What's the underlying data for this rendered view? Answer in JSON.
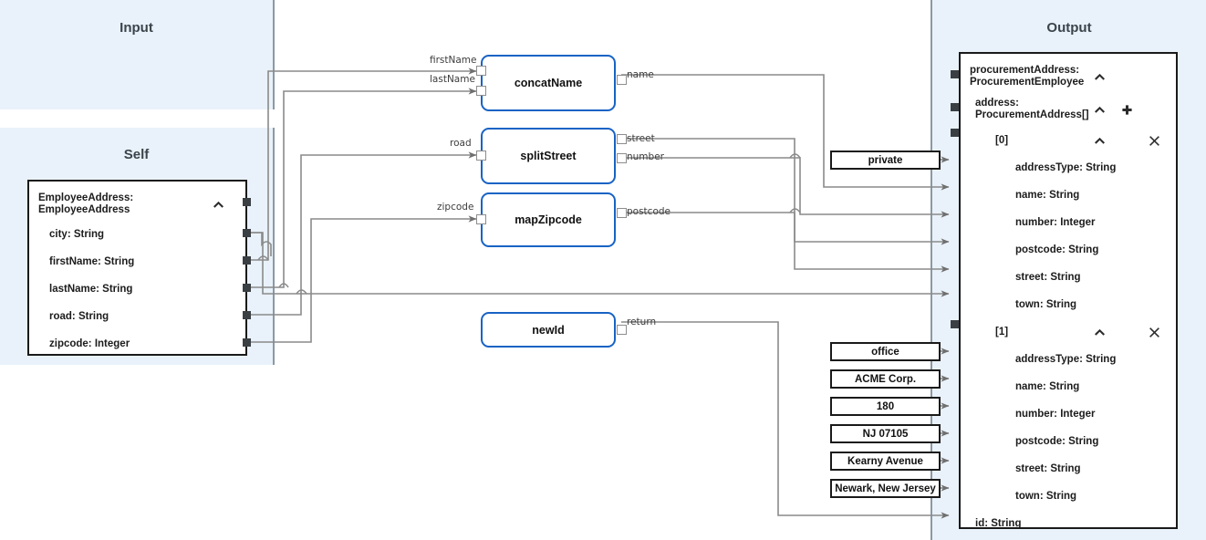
{
  "panels": {
    "input": {
      "title": "Input"
    },
    "self": {
      "title": "Self"
    },
    "output": {
      "title": "Output"
    }
  },
  "self_node": {
    "header": "EmployeeAddress:\nEmployeeAddress",
    "collapse_icon": "chevron-up-icon",
    "fields": [
      {
        "label": "city: String"
      },
      {
        "label": "firstName: String"
      },
      {
        "label": "lastName: String"
      },
      {
        "label": "road: String"
      },
      {
        "label": "zipcode: Integer"
      }
    ]
  },
  "output_node": {
    "rows": [
      {
        "label": "procurementAddress:\nProcurementEmployee",
        "indent": 0,
        "icons": [
          "chevron-up-icon"
        ]
      },
      {
        "label": "address:\nProcurementAddress[]",
        "indent": 1,
        "icons": [
          "chevron-up-icon",
          "plus-icon"
        ]
      },
      {
        "label": "[0]",
        "indent": 2,
        "icons": [
          "chevron-up-icon",
          "close-icon"
        ]
      },
      {
        "label": "addressType: String",
        "indent": 3,
        "icons": []
      },
      {
        "label": "name: String",
        "indent": 3,
        "icons": []
      },
      {
        "label": "number: Integer",
        "indent": 3,
        "icons": []
      },
      {
        "label": "postcode: String",
        "indent": 3,
        "icons": []
      },
      {
        "label": "street: String",
        "indent": 3,
        "icons": []
      },
      {
        "label": "town: String",
        "indent": 3,
        "icons": []
      },
      {
        "label": "[1]",
        "indent": 2,
        "icons": [
          "chevron-up-icon",
          "close-icon"
        ]
      },
      {
        "label": "addressType: String",
        "indent": 3,
        "icons": []
      },
      {
        "label": "name: String",
        "indent": 3,
        "icons": []
      },
      {
        "label": "number: Integer",
        "indent": 3,
        "icons": []
      },
      {
        "label": "postcode: String",
        "indent": 3,
        "icons": []
      },
      {
        "label": "street: String",
        "indent": 3,
        "icons": []
      },
      {
        "label": "town: String",
        "indent": 3,
        "icons": []
      },
      {
        "label": "id: String",
        "indent": 1,
        "icons": []
      }
    ]
  },
  "functions": [
    {
      "name": "concatName",
      "inputs": [
        {
          "label": "firstName"
        },
        {
          "label": "lastName"
        }
      ],
      "outputs": [
        {
          "label": "name"
        }
      ]
    },
    {
      "name": "splitStreet",
      "inputs": [
        {
          "label": "road"
        }
      ],
      "outputs": [
        {
          "label": "street"
        },
        {
          "label": "number"
        }
      ]
    },
    {
      "name": "mapZipcode",
      "inputs": [
        {
          "label": "zipcode"
        }
      ],
      "outputs": [
        {
          "label": "postcode"
        }
      ]
    },
    {
      "name": "newId",
      "inputs": [],
      "outputs": [
        {
          "label": "return"
        }
      ]
    }
  ],
  "constants": [
    {
      "value": "private"
    },
    {
      "value": "office"
    },
    {
      "value": "ACME Corp."
    },
    {
      "value": "180"
    },
    {
      "value": "NJ 07105"
    },
    {
      "value": "Kearny Avenue"
    },
    {
      "value": "Newark, New Jersey"
    }
  ],
  "colors": {
    "panel_background": "#e9f2fa",
    "panel_border": "#8b99a4",
    "function_border": "#1863c4",
    "node_border": "#1a1a1a",
    "wire": "#8a8a8a",
    "title_text": "#3b444b"
  }
}
